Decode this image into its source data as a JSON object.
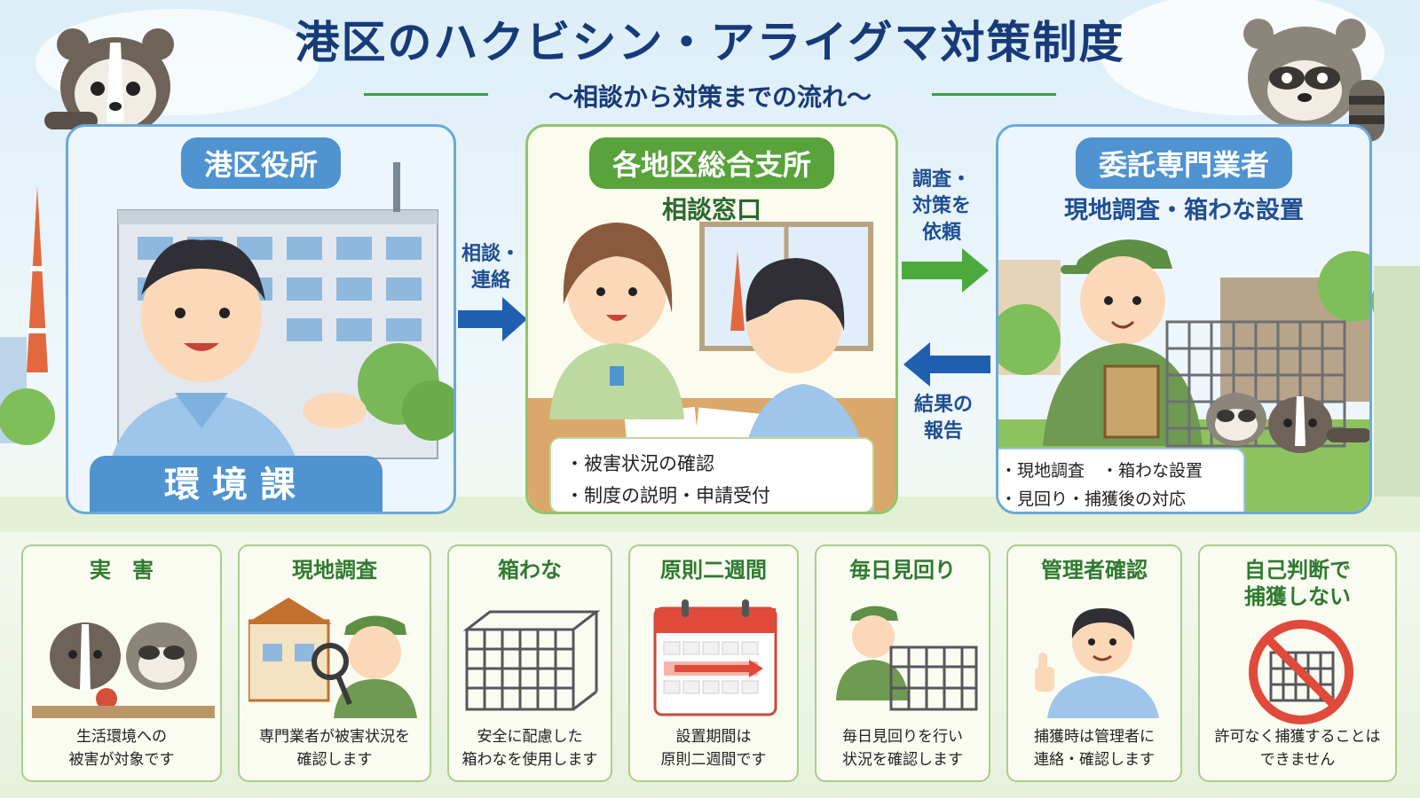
{
  "title": "港区のハクビシン・アライグマ対策制度",
  "subtitle": "〜相談から対策までの流れ〜",
  "panels": {
    "city_office": {
      "label": "港区役所",
      "department": "環境課"
    },
    "branch": {
      "label": "各地区総合支所",
      "sub": "相談窓口",
      "notes": [
        "・被害状況の確認",
        "・制度の説明・申請受付"
      ]
    },
    "contractor": {
      "label": "委託専門業者",
      "sub": "現地調査・箱わな設置",
      "notes": [
        "・現地調査　・箱わな設置",
        "・見回り・捕獲後の対応"
      ]
    }
  },
  "arrows": {
    "consult": [
      "相談・",
      "連絡"
    ],
    "request": [
      "調査・",
      "対策を",
      "依頼"
    ],
    "report": [
      "結果の",
      "報告"
    ]
  },
  "colors": {
    "navy": "#173a78",
    "blue": "#4f93d1",
    "green": "#58a33a",
    "red": "#e04a3a"
  },
  "cards": [
    {
      "title": [
        "実　害"
      ],
      "desc": [
        "生活環境への",
        "被害が対象です"
      ],
      "icon": "raccoon-masked-civet-icon"
    },
    {
      "title": [
        "現地調査"
      ],
      "desc": [
        "専門業者が被害状況を",
        "確認します"
      ],
      "icon": "magnifier-worker-icon"
    },
    {
      "title": [
        "箱わな"
      ],
      "desc": [
        "安全に配慮した",
        "箱わなを使用します"
      ],
      "icon": "cage-trap-icon"
    },
    {
      "title": [
        "原則二週間"
      ],
      "desc": [
        "設置期間は",
        "原則二週間です"
      ],
      "icon": "calendar-icon"
    },
    {
      "title": [
        "毎日見回り"
      ],
      "desc": [
        "毎日見回りを行い",
        "状況を確認します"
      ],
      "icon": "worker-cage-icon"
    },
    {
      "title": [
        "管理者確認"
      ],
      "desc": [
        "捕獲時は管理者に",
        "連絡・確認します"
      ],
      "icon": "thumbs-up-person-icon"
    },
    {
      "title": [
        "自己判断で",
        "捕獲しない"
      ],
      "desc": [
        "許可なく捕獲することは",
        "できません"
      ],
      "icon": "prohibited-trap-icon"
    }
  ]
}
